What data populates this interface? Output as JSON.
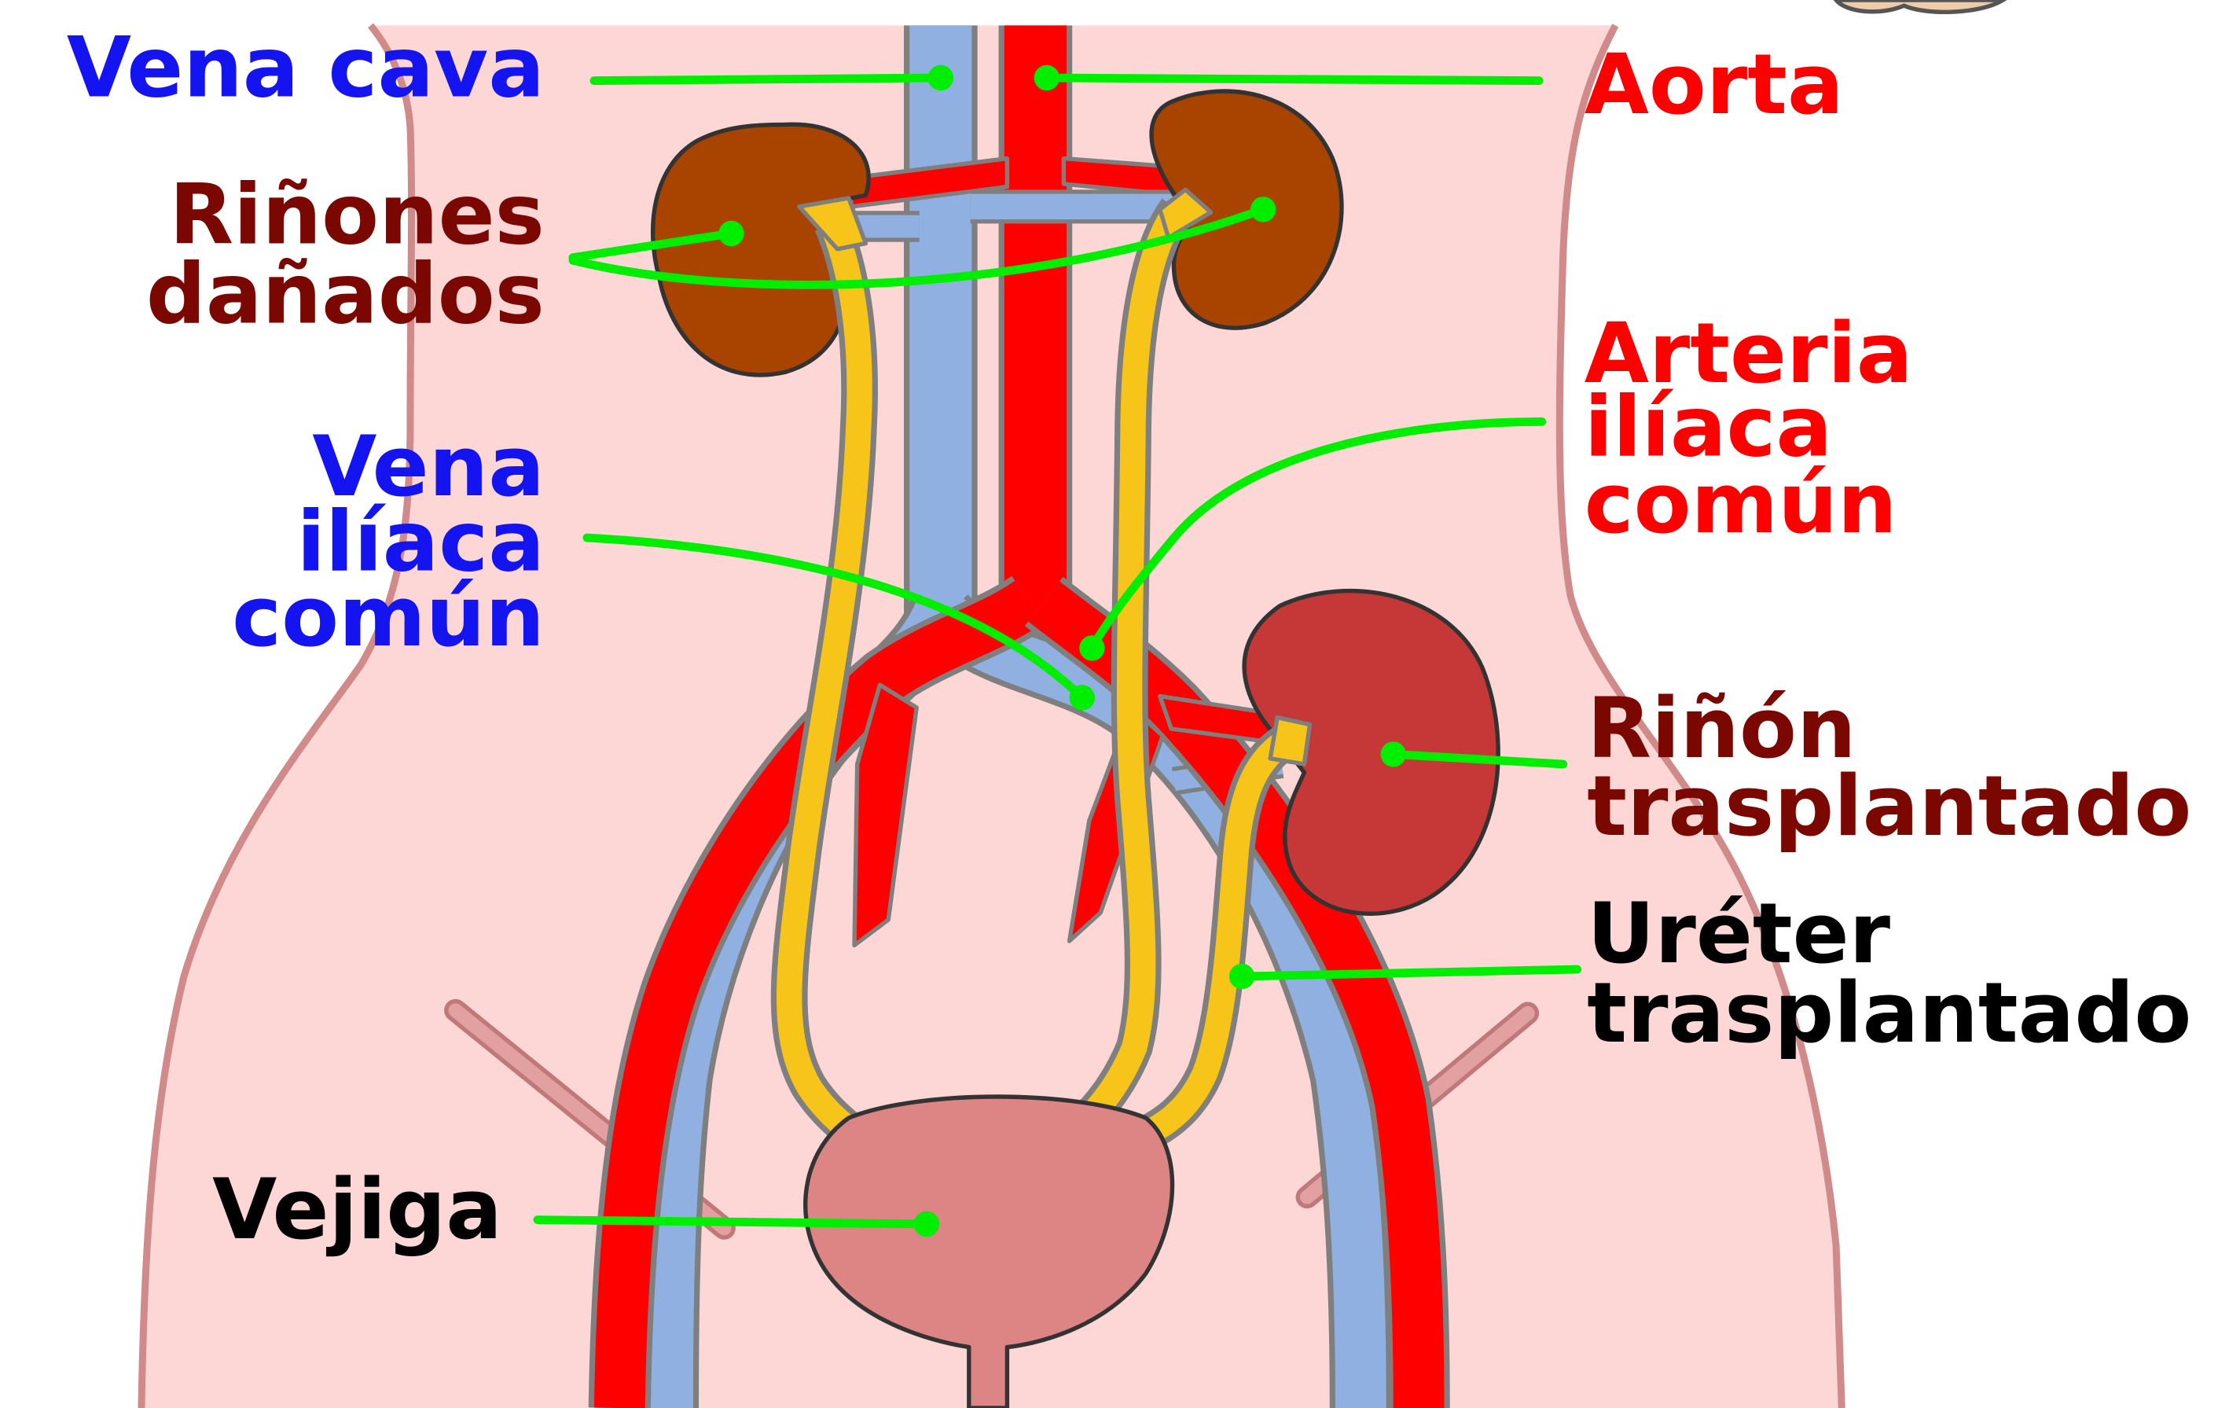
{
  "labels": {
    "vena_cava": "Vena cava",
    "aorta": "Aorta",
    "rinones_danados": [
      "Riñones",
      "dañados"
    ],
    "arteria_iliaca_comun": [
      "Arteria",
      "ilíaca",
      "común"
    ],
    "vena_iliaca_comun": [
      "Vena",
      "ilíaca",
      "común"
    ],
    "rinon_trasplantado": [
      "Riñón",
      "trasplantado"
    ],
    "ureter_trasplantado": [
      "Uréter",
      "trasplantado"
    ],
    "vejiga": "Vejiga"
  },
  "colors": {
    "vein_label": "#1414f0",
    "artery_label": "#ff0000",
    "kidney_label": "#7a0800",
    "other_label": "#000000",
    "body": "#fdd6d6",
    "artery": "#ff0000",
    "vein": "#8fb0e0",
    "ureter": "#f7c51a",
    "damaged_kidney": "#a84400",
    "transplanted_kidney": "#c63838",
    "bladder": "#dd8585",
    "ligament": "#e2a0a0",
    "leader": "#00ee00",
    "hand": "#f0cba8"
  }
}
